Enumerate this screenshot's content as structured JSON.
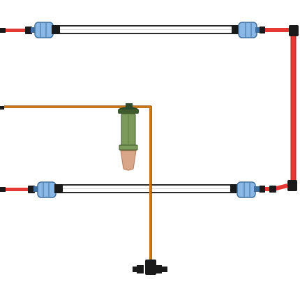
{
  "diagram": {
    "background": "#ffffff",
    "colors": {
      "red_tube": "#e53935",
      "red_tube_dark": "#b71c1c",
      "orange_tube": "#c8761a",
      "orange_tube_dark": "#8a4a08",
      "clear_tube_outline": "#2b2b2b",
      "clear_tube_fill": "#ffffff",
      "blue_valve": "#8ab8e6",
      "blue_valve_dark": "#3f6f9e",
      "fitting_black": "#1a1a1a",
      "sensor_green": "#7c9a5c",
      "sensor_green_dark": "#3f5a2c",
      "sensor_cap": "#2f4a2a",
      "ceramic_tip": "#d9a68a"
    },
    "components": [
      {
        "name": "clear-tube-top"
      },
      {
        "name": "clear-tube-bottom"
      },
      {
        "name": "red-tube-right-loop"
      },
      {
        "name": "orange-feed-line"
      },
      {
        "name": "blue-valve-top-left"
      },
      {
        "name": "blue-valve-top-right"
      },
      {
        "name": "blue-valve-bottom-left"
      },
      {
        "name": "blue-valve-bottom-right"
      },
      {
        "name": "moisture-sensor-probe"
      },
      {
        "name": "tee-fitting-bottom"
      }
    ]
  }
}
